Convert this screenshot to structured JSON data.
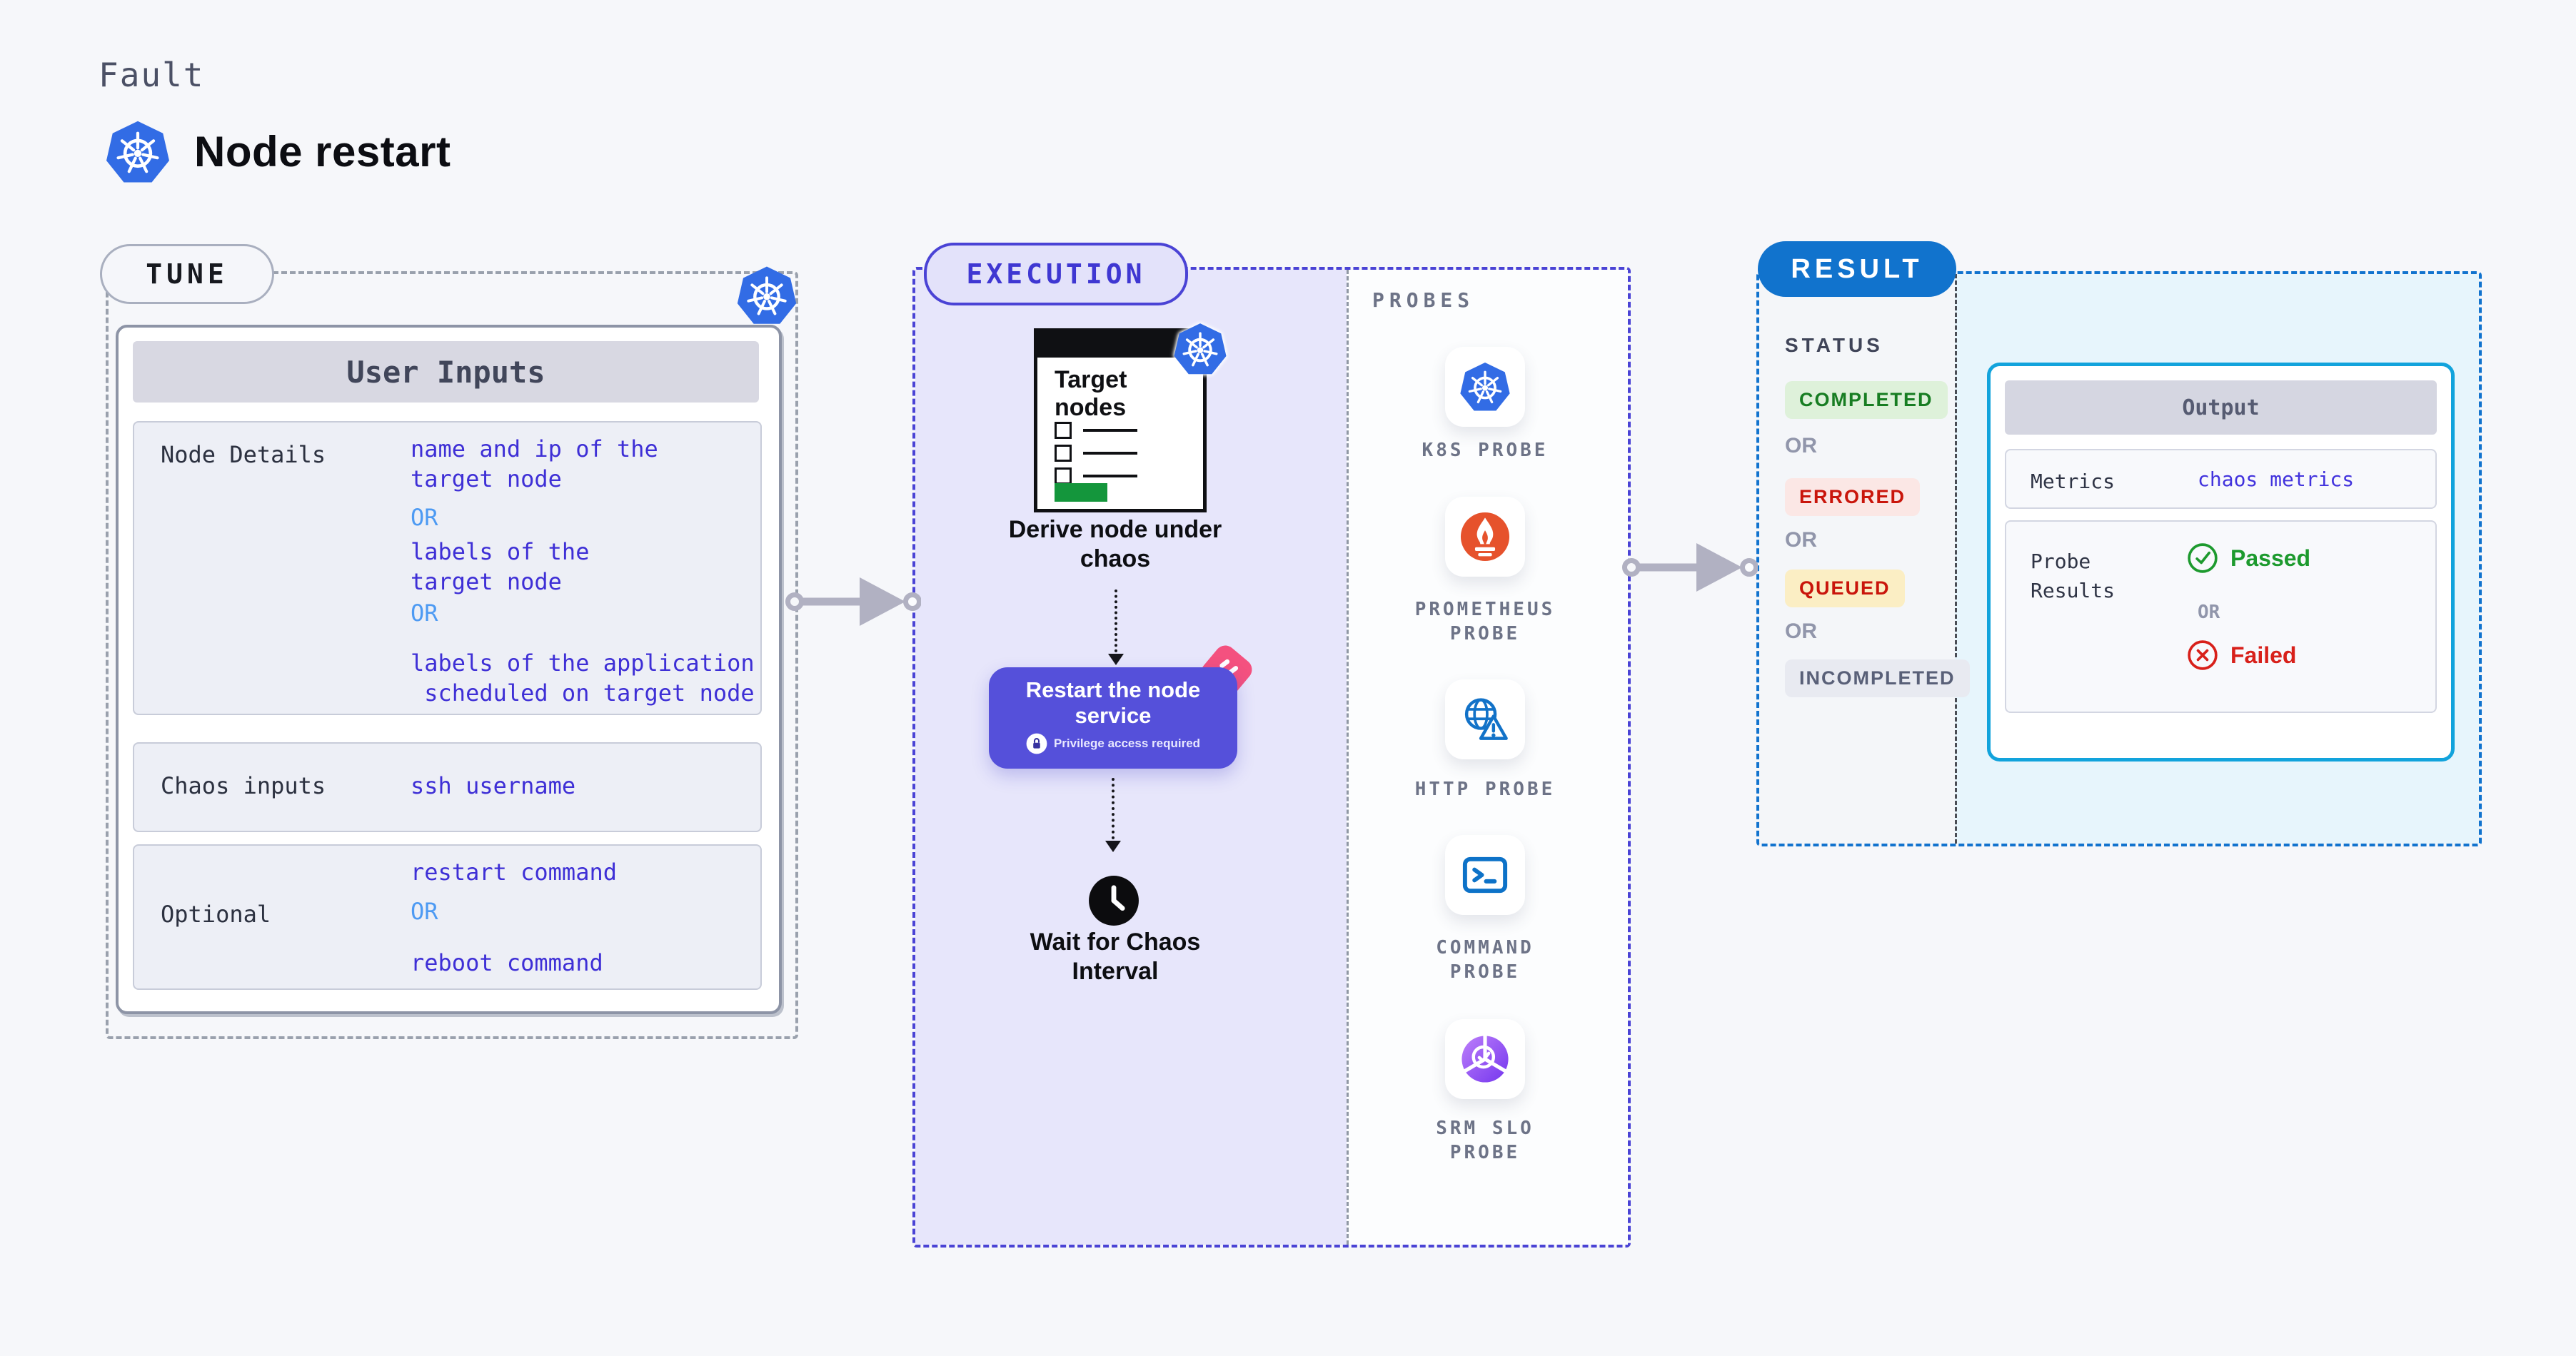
{
  "header": {
    "eyebrow": "Fault",
    "title": "Node restart"
  },
  "tune": {
    "badge": "TUNE",
    "table_header": "User Inputs",
    "node_details": {
      "label": "Node Details",
      "lines": [
        "name and ip of the",
        "target node",
        "OR",
        "labels of the",
        "target node",
        "OR",
        "labels of the application",
        " scheduled on target node"
      ]
    },
    "chaos_inputs": {
      "label": "Chaos inputs",
      "value": "ssh username"
    },
    "optional": {
      "label": "Optional",
      "value1": "restart command",
      "separator": "OR",
      "value2": "reboot command"
    }
  },
  "execution": {
    "badge": "EXECUTION",
    "target_card_title": "Target\nnodes",
    "derive_label": "Derive node under\nchaos",
    "restart_title": "Restart the node\nservice",
    "restart_note": "Privilege access required",
    "wait_label": "Wait for Chaos\nInterval"
  },
  "probes": {
    "title": "PROBES",
    "items": [
      {
        "icon": "kubernetes-icon",
        "label": "K8S PROBE"
      },
      {
        "icon": "prometheus-icon",
        "label": "PROMETHEUS\nPROBE"
      },
      {
        "icon": "http-globe-icon",
        "label": "HTTP PROBE"
      },
      {
        "icon": "command-terminal-icon",
        "label": "COMMAND\nPROBE"
      },
      {
        "icon": "srm-slo-icon",
        "label": "SRM SLO\nPROBE"
      }
    ]
  },
  "result": {
    "badge": "RESULT",
    "status": {
      "title": "STATUS",
      "separator": "OR",
      "badges": [
        {
          "label": "COMPLETED",
          "kind": "completed"
        },
        {
          "label": "ERRORED",
          "kind": "errored"
        },
        {
          "label": "QUEUED",
          "kind": "queued"
        },
        {
          "label": "INCOMPLETED",
          "kind": "incompleted"
        }
      ]
    },
    "output": {
      "header": "Output",
      "metrics_label": "Metrics",
      "metrics_value": "chaos metrics",
      "probe_results_label": "Probe\nResults",
      "passed": "Passed",
      "separator": "OR",
      "failed": "Failed"
    }
  },
  "colors": {
    "accent_indigo": "#4a43d5",
    "button_indigo": "#5550da",
    "result_blue": "#1173cd",
    "output_border_cyan": "#12a3dc",
    "value_blue": "#3e2fd6",
    "or_light_blue": "#4d9af3",
    "passed_green": "#1d9a2e",
    "failed_red": "#d8201a",
    "kubernetes_blue": "#326ce5",
    "prometheus_orange": "#e6522c",
    "srm_purple": "#8b4bf2",
    "chaos_pink": "#f4517f",
    "target_green": "#14963c"
  }
}
